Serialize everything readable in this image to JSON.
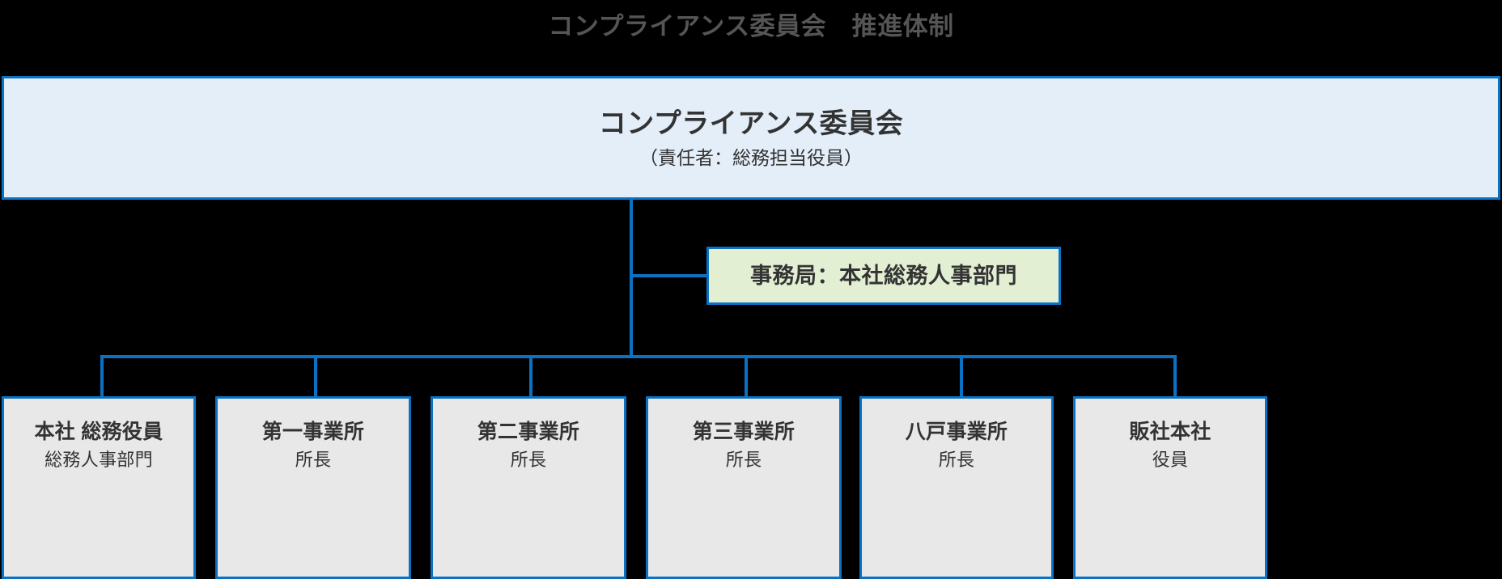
{
  "title": "コンプライアンス委員会　推進体制",
  "committee": {
    "name": "コンプライアンス委員会",
    "responsible": "（責任者：総務担当役員）"
  },
  "secretariat": {
    "label": "事務局：本社総務人事部門"
  },
  "departments": [
    {
      "title": "本社 総務役員",
      "subtitle": "総務人事部門"
    },
    {
      "title": "第一事業所",
      "subtitle": "所長"
    },
    {
      "title": "第二事業所",
      "subtitle": "所長"
    },
    {
      "title": "第三事業所",
      "subtitle": "所長"
    },
    {
      "title": "八戸事業所",
      "subtitle": "所長"
    },
    {
      "title": "販社本社",
      "subtitle": "役員"
    }
  ],
  "colors": {
    "background": "#000000",
    "line": "#0a72c4",
    "border": "#0a72c4",
    "committee_fill": "#e3eef9",
    "secretariat_fill": "#e2efd3",
    "department_fill": "#e8e8e8",
    "title_text": "#555555",
    "body_text": "#333333"
  }
}
